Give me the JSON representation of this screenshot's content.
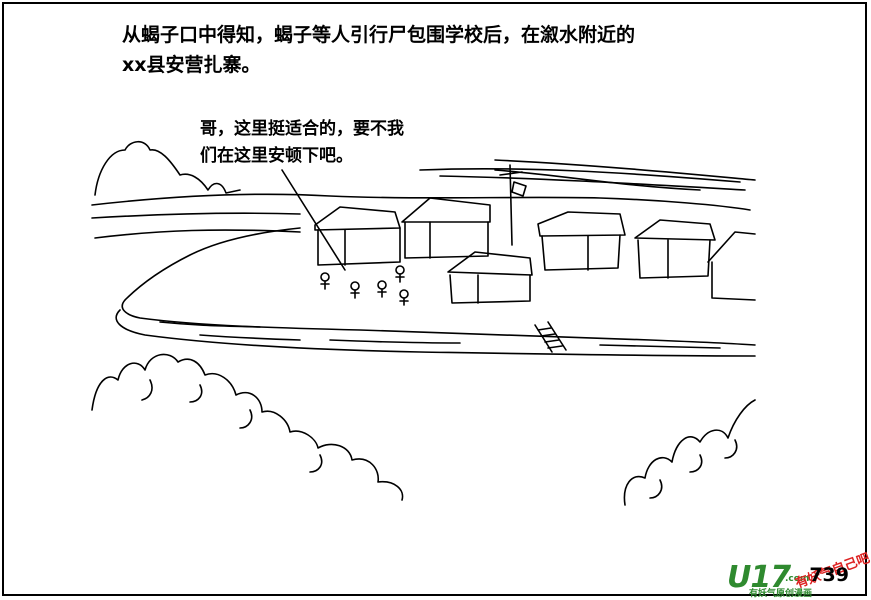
{
  "narration": {
    "line1": "从蝎子口中得知，蝎子等人引行尸包围学校后，在溆水附近的",
    "line2": "xx县安营扎寨。"
  },
  "speech": {
    "line1": "哥，这里挺适合的，要不我",
    "line2": "们在这里安顿下吧。"
  },
  "watermark": {
    "logo": "U17",
    "com": ".com",
    "red_text": "有妖气自己吧",
    "sub": "有妖气原创漫画"
  },
  "page_number": "739"
}
